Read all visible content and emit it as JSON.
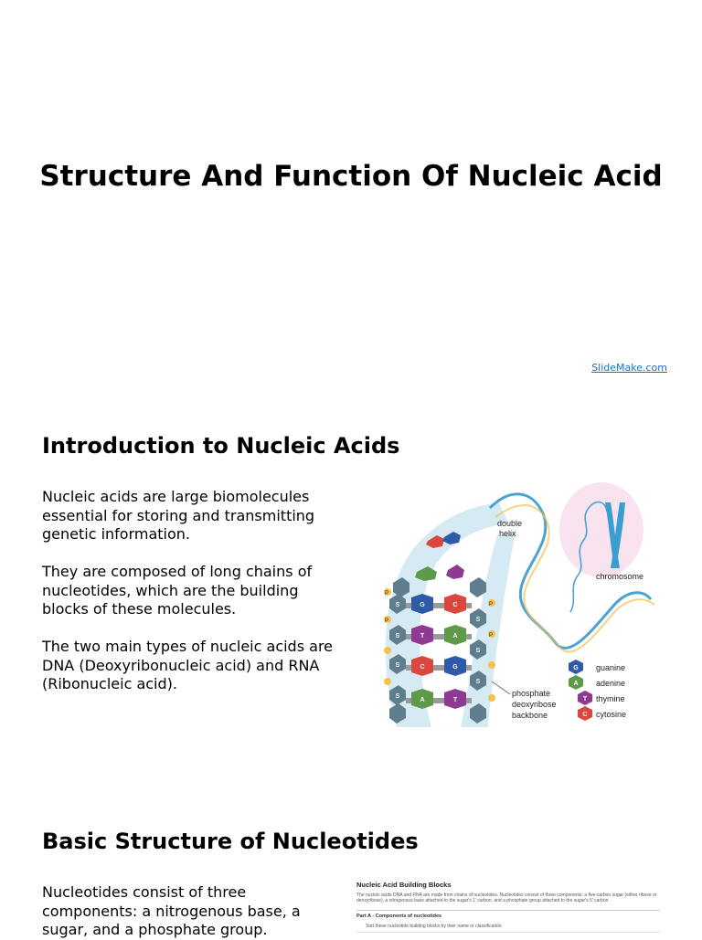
{
  "slide1": {
    "title": "Structure And Function Of Nucleic Acid",
    "source_link": "SlideMake.com"
  },
  "slide2": {
    "heading": "Introduction to Nucleic Acids",
    "paragraphs": [
      "Nucleic acids are large biomolecules essential for storing and transmitting genetic information.",
      "They are composed of long chains of nucleotides, which are the building blocks of these molecules.",
      "The two main types of nucleic acids are DNA (Deoxyribonucleic acid) and RNA (Ribonucleic acid)."
    ],
    "figure": {
      "labels": {
        "double_helix": [
          "double",
          "helix"
        ],
        "chromosome": "chromosome",
        "backbone": [
          "phosphate",
          "deoxyribose",
          "backbone"
        ]
      },
      "backbone_letters": {
        "phosphate": "P",
        "sugar": "S"
      },
      "rungs": [
        {
          "left": "G",
          "right": "C"
        },
        {
          "left": "T",
          "right": "A"
        },
        {
          "left": "C",
          "right": "G"
        },
        {
          "left": "A",
          "right": "T"
        }
      ],
      "legend": [
        {
          "letter": "G",
          "name": "guanine",
          "color": "#2f5aa8"
        },
        {
          "letter": "A",
          "name": "adenine",
          "color": "#5f9a4a"
        },
        {
          "letter": "T",
          "name": "thymine",
          "color": "#8e3a93"
        },
        {
          "letter": "C",
          "name": "cytosine",
          "color": "#d9473f"
        }
      ]
    }
  },
  "slide3": {
    "heading": "Basic Structure of Nucleotides",
    "paragraph": "Nucleotides consist of three components: a nitrogenous base, a sugar, and a phosphate group.",
    "figure": {
      "title": "Nucleic Acid Building Blocks",
      "text": "The nucleic acids DNA and RNA are made from chains of nucleotides. Nucleotides consist of three components: a five-carbon sugar (either ribose or deoxyribose), a nitrogenous base attached to the sugar's 1' carbon, and a phosphate group attached to the sugar's 5' carbon.",
      "part": "Part A - Components of nucleotides",
      "instruction": "Sort these nucleotide building blocks by their name or classification."
    }
  }
}
